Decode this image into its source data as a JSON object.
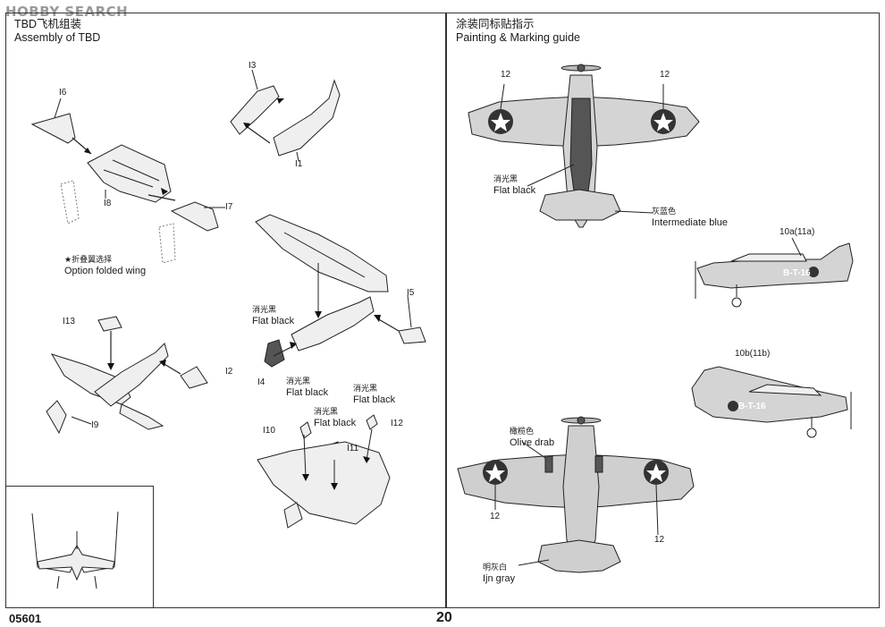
{
  "watermark": "HOBBY SEARCH",
  "left_section": {
    "title_cn": "TBD飞机组装",
    "title_en": "Assembly of TBD",
    "option_cn": "★折叠翼选择",
    "option_en": "Option folded wing",
    "part_labels": {
      "i6": "I6",
      "i8": "I8",
      "i7": "I7",
      "i3": "I3",
      "i1": "I1",
      "i5": "I5",
      "i4": "I4",
      "i13": "I13",
      "i2": "I2",
      "i9": "I9",
      "i10": "I10",
      "i11": "I11",
      "i12": "I12"
    },
    "callouts": [
      {
        "cn": "消光黑",
        "en": "Flat black"
      },
      {
        "cn": "消光黑",
        "en": "Flat black"
      },
      {
        "cn": "消光黑",
        "en": "Flat black"
      },
      {
        "cn": "消光黑",
        "en": "Flat black"
      }
    ]
  },
  "right_section": {
    "title_cn": "涂装同标贴指示",
    "title_en": "Painting & Marking guide",
    "top_plane": {
      "decal_left": "12",
      "decal_right": "12",
      "callout_black_cn": "消光黑",
      "callout_black_en": "Flat black",
      "callout_blue_cn": "灰蓝色",
      "callout_blue_en": "Intermediate blue"
    },
    "side_1": {
      "decal": "10a(11a)",
      "code": "B-T-16"
    },
    "side_2": {
      "decal": "10b(11b)",
      "code": "B-T-16"
    },
    "bottom_plane": {
      "callout_olive_cn": "橄榄色",
      "callout_olive_en": "Olive drab",
      "callout_gray_cn": "明灰白",
      "callout_gray_en": "Ijn gray",
      "decal_left": "12",
      "decal_right": "12"
    }
  },
  "footer": {
    "code": "05601",
    "page": "20"
  },
  "colors": {
    "flat_black": "#555555",
    "intermediate_blue": "#d4d4d4",
    "line": "#222222"
  }
}
